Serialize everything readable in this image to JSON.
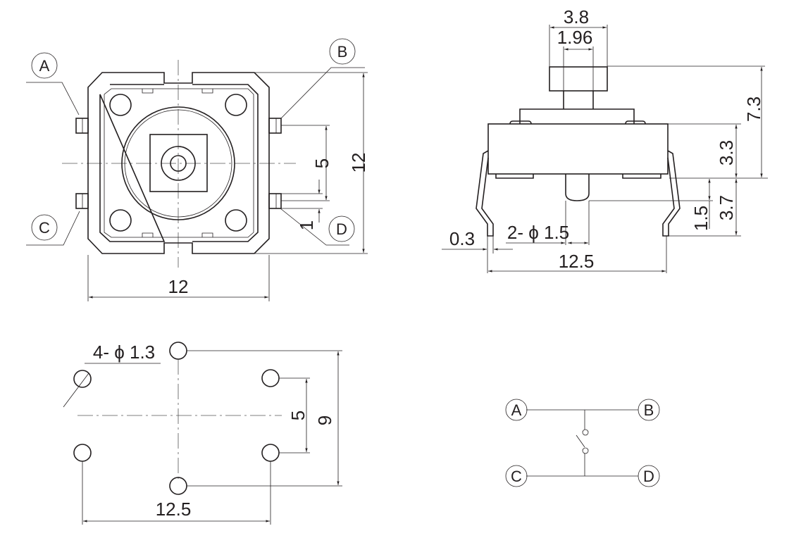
{
  "top_view": {
    "pin_labels": [
      "A",
      "B",
      "C",
      "D"
    ],
    "dim_width": "12",
    "dim_height": "12",
    "dim_pin_pitch": "5",
    "dim_pin_width": "1"
  },
  "side_view": {
    "dim_cap_width": "3.8",
    "dim_stem_width": "1.96",
    "dim_total_height": "7.3",
    "dim_body_height": "3.3",
    "dim_lead_length": "3.7",
    "dim_peg_length": "1.5",
    "dim_lead_thickness": "0.3",
    "dim_peg_diameter": "2- ϕ 1.5",
    "dim_lead_span": "12.5"
  },
  "footprint": {
    "dim_hole_diameter": "4- ϕ 1.3",
    "dim_pitch_short": "5",
    "dim_pitch_long": "9",
    "dim_span": "12.5"
  },
  "schematic": {
    "terminals": [
      "A",
      "B",
      "C",
      "D"
    ]
  }
}
